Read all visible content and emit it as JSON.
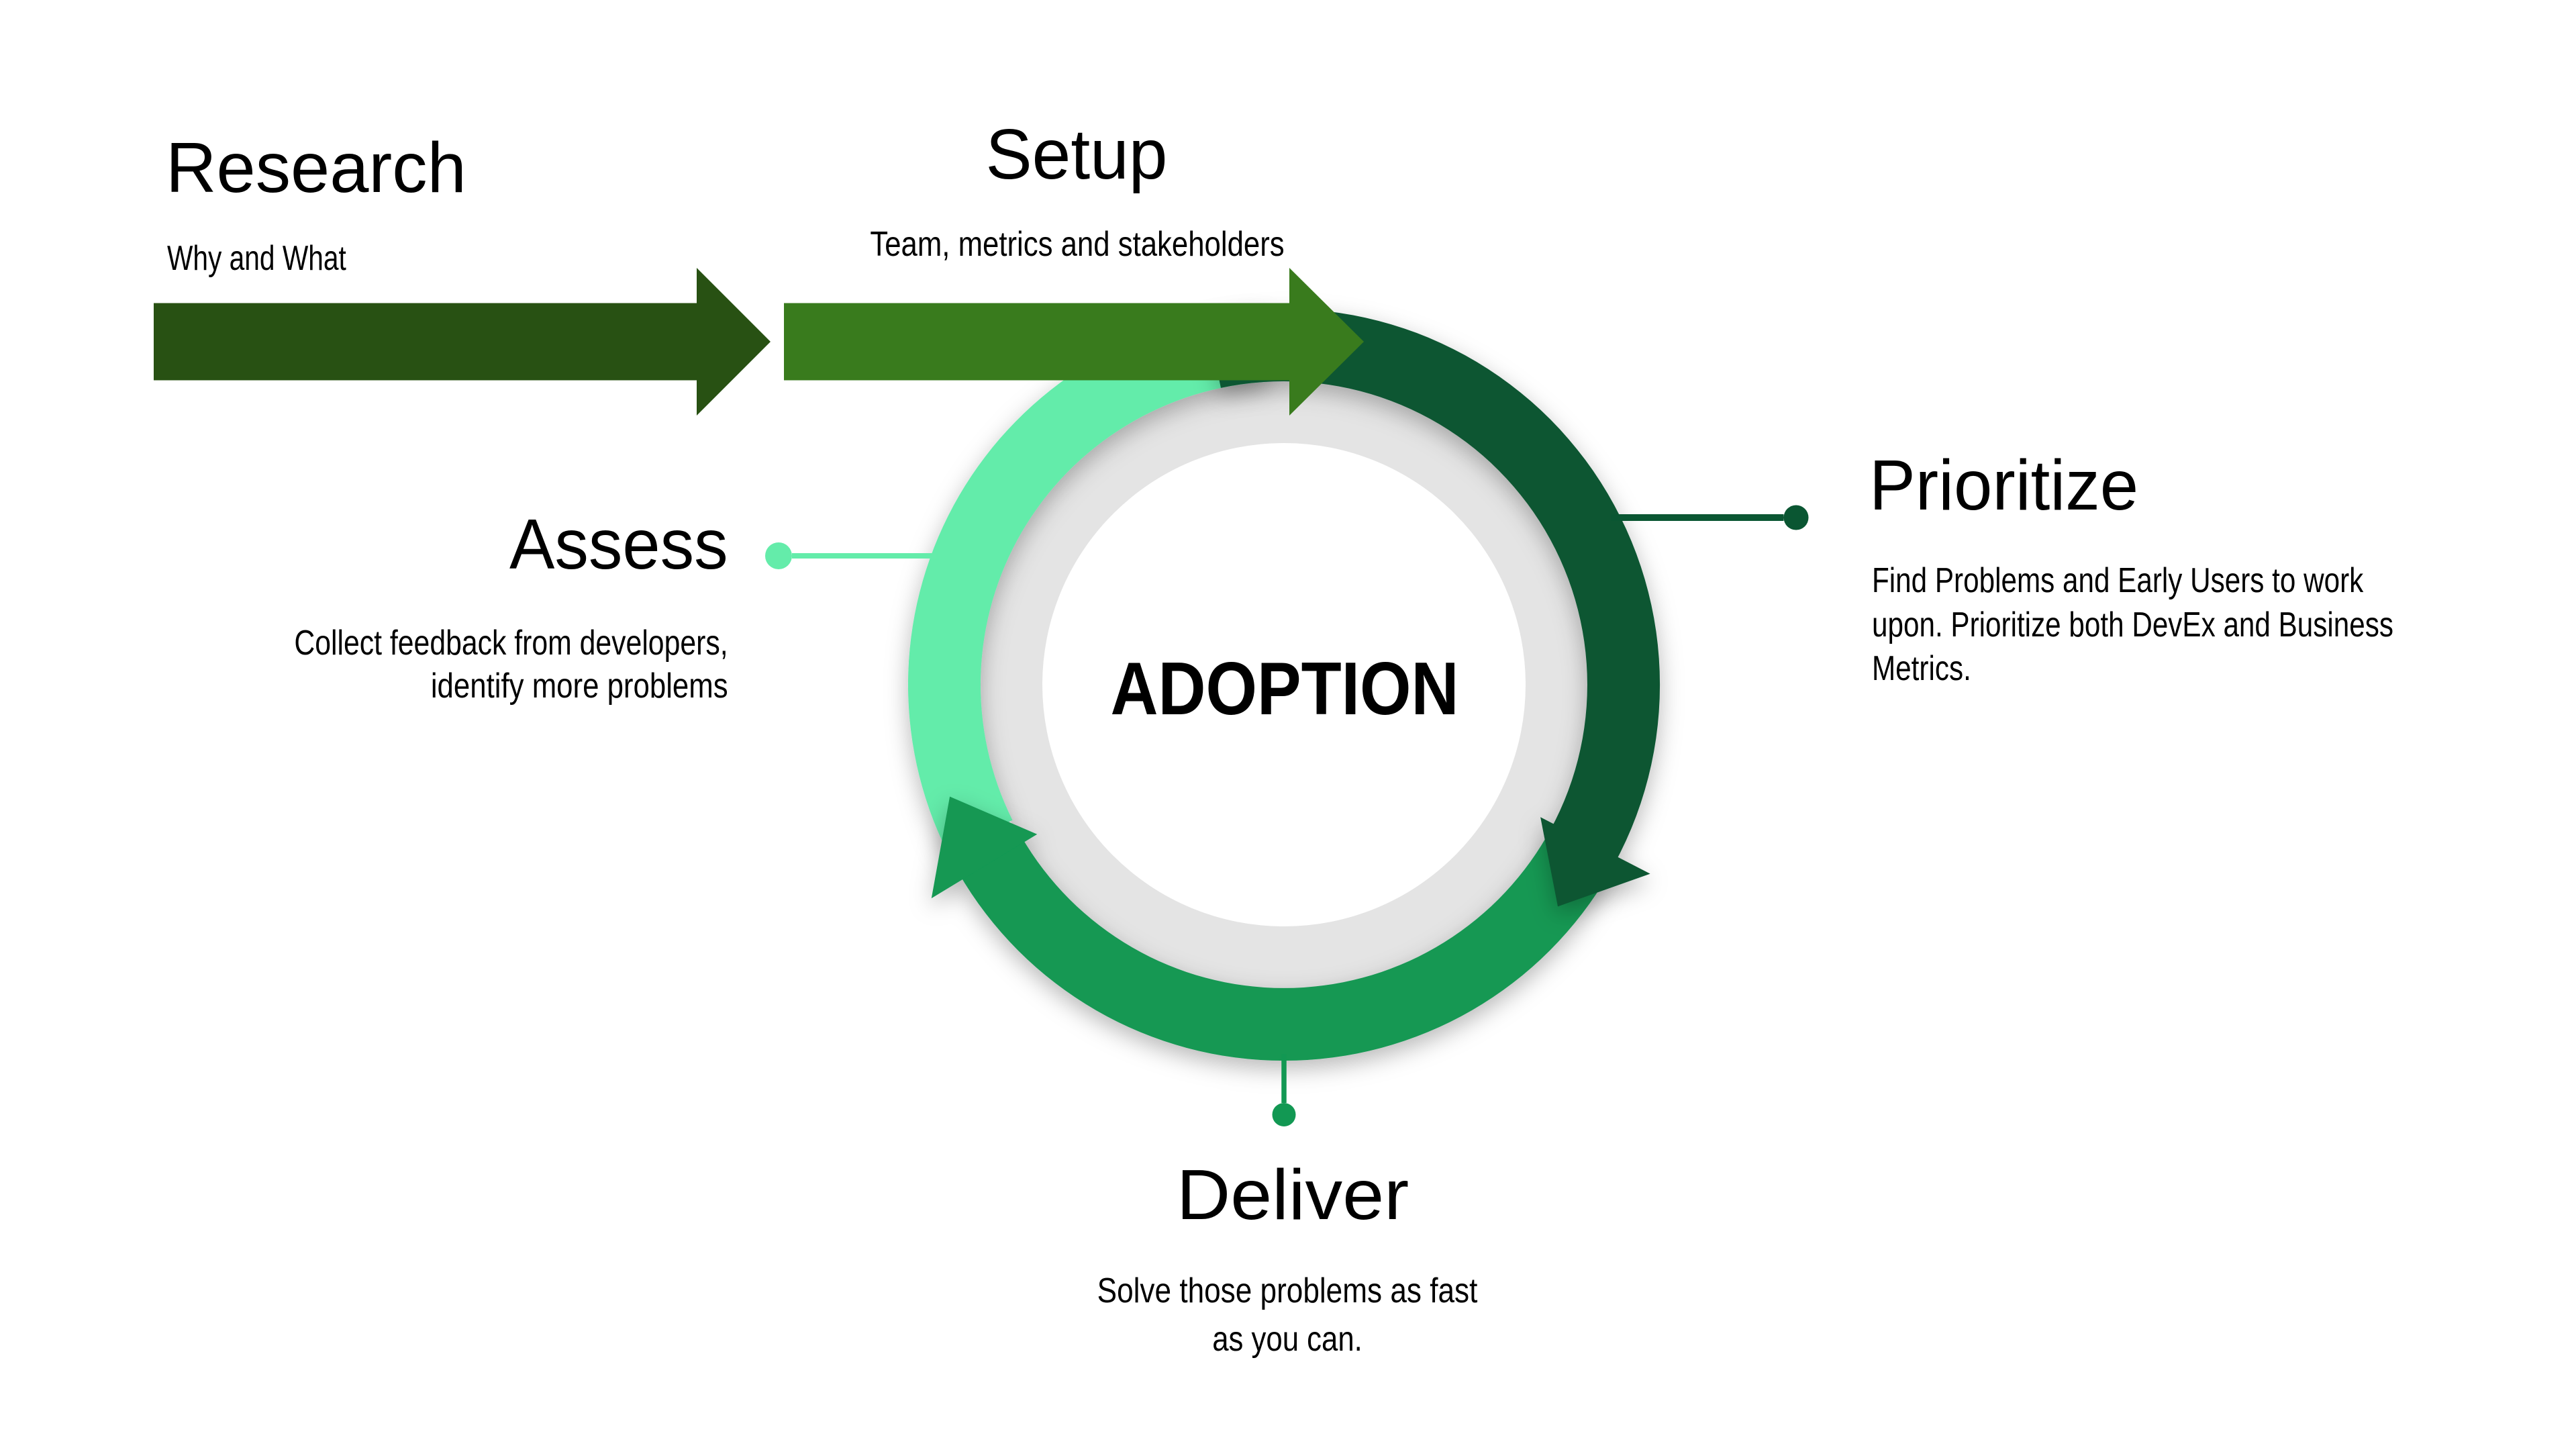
{
  "diagram_title": "ADOPTION",
  "stages": {
    "research": {
      "title": "Research",
      "subtitle": "Why and What"
    },
    "setup": {
      "title": "Setup",
      "subtitle": "Team, metrics and stakeholders"
    },
    "prioritize": {
      "title": "Prioritize",
      "body_lines": [
        "Find Problems and Early Users to work",
        "upon. Prioritize both DevEx and Business",
        "Metrics."
      ]
    },
    "deliver": {
      "title": "Deliver",
      "body_lines": [
        "Solve those problems as fast",
        "as you can."
      ]
    },
    "assess": {
      "title": "Assess",
      "body_lines": [
        "Collect feedback from developers,",
        "identify more problems"
      ]
    }
  },
  "colors": {
    "research_arrow": "#285113",
    "setup_arrow": "#397b1d",
    "ring_dark": "#0a5632",
    "ring_green": "#129853",
    "ring_mint": "#64ecaa",
    "ring_gray": "#e4e4e4",
    "text": "#000000",
    "background": "#ffffff"
  }
}
